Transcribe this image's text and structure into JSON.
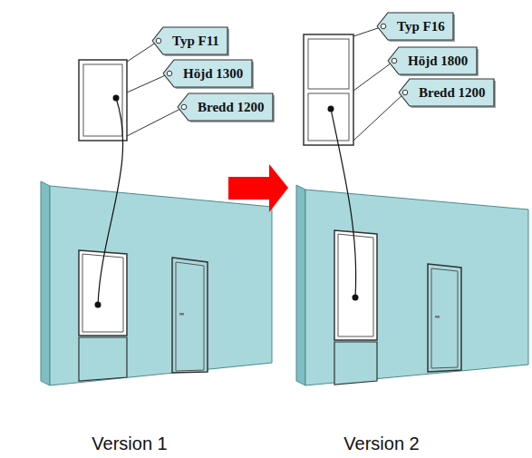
{
  "diagram": {
    "nodes": [
      {
        "text": [
          "Typ F11"
        ]
      },
      {
        "text": [
          "Höjd 1300"
        ]
      },
      {
        "text": [
          "Bredd 1200"
        ]
      },
      {
        "text": [
          "Typ F16"
        ]
      },
      {
        "text": [
          "Höjd 1800"
        ]
      },
      {
        "text": [
          "Bredd 1200"
        ]
      }
    ],
    "labels": [
      "Version 1",
      "Version 2"
    ]
  }
}
